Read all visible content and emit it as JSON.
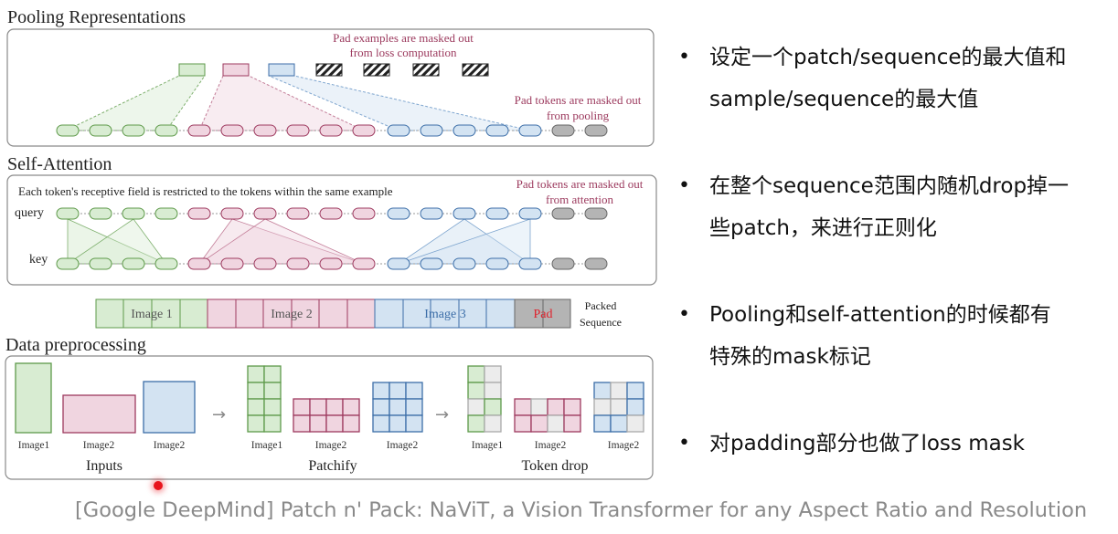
{
  "diagram": {
    "pooling": {
      "title": "Pooling Representations",
      "note_left": [
        "Pad examples are masked out",
        "from loss computation"
      ],
      "note_right": [
        "Pad tokens are masked out",
        "from pooling"
      ]
    },
    "attention": {
      "title": "Self-Attention",
      "note_top": "Each token's receptive field is restricted to the tokens within the same example",
      "note_right": [
        "Pad tokens are masked out",
        "from attention"
      ],
      "query_label": "query",
      "key_label": "key"
    },
    "packed": {
      "segments": [
        "Image 1",
        "Image 2",
        "Image 3",
        "Pad"
      ],
      "label": [
        "Packed",
        "Sequence"
      ]
    },
    "preprocessing": {
      "title": "Data preprocessing",
      "item_labels": [
        "Image1",
        "Image2",
        "Image2",
        "Image1",
        "Image2",
        "Image2",
        "Image1",
        "Image2",
        "Image2"
      ],
      "stage_labels": [
        "Inputs",
        "Patchify",
        "Token drop"
      ]
    },
    "colors": {
      "image1": "#5e9a4a",
      "image1_fill": "#d8ecd2",
      "image2": "#9e3a5f",
      "image2_fill": "#f0d5e0",
      "image3": "#3c6ea8",
      "image3_fill": "#d3e3f2",
      "pad": "#666666",
      "pad_fill": "#b4b4b4",
      "note": "#9c3a5e"
    }
  },
  "bullets": [
    {
      "line1": "设定一个patch/sequence的最大值和",
      "line2": "sample/sequence的最大值"
    },
    {
      "line1": "在整个sequence范围内随机drop掉一",
      "line2": "些patch，来进行正则化"
    },
    {
      "line1": "Pooling和self-attention的时候都有",
      "line2": "特殊的mask标记"
    },
    {
      "line1": "对padding部分也做了loss mask",
      "line2": ""
    }
  ],
  "caption": "[Google DeepMind] Patch n' Pack: NaViT, a Vision Transformer for any Aspect Ratio and Resolution"
}
